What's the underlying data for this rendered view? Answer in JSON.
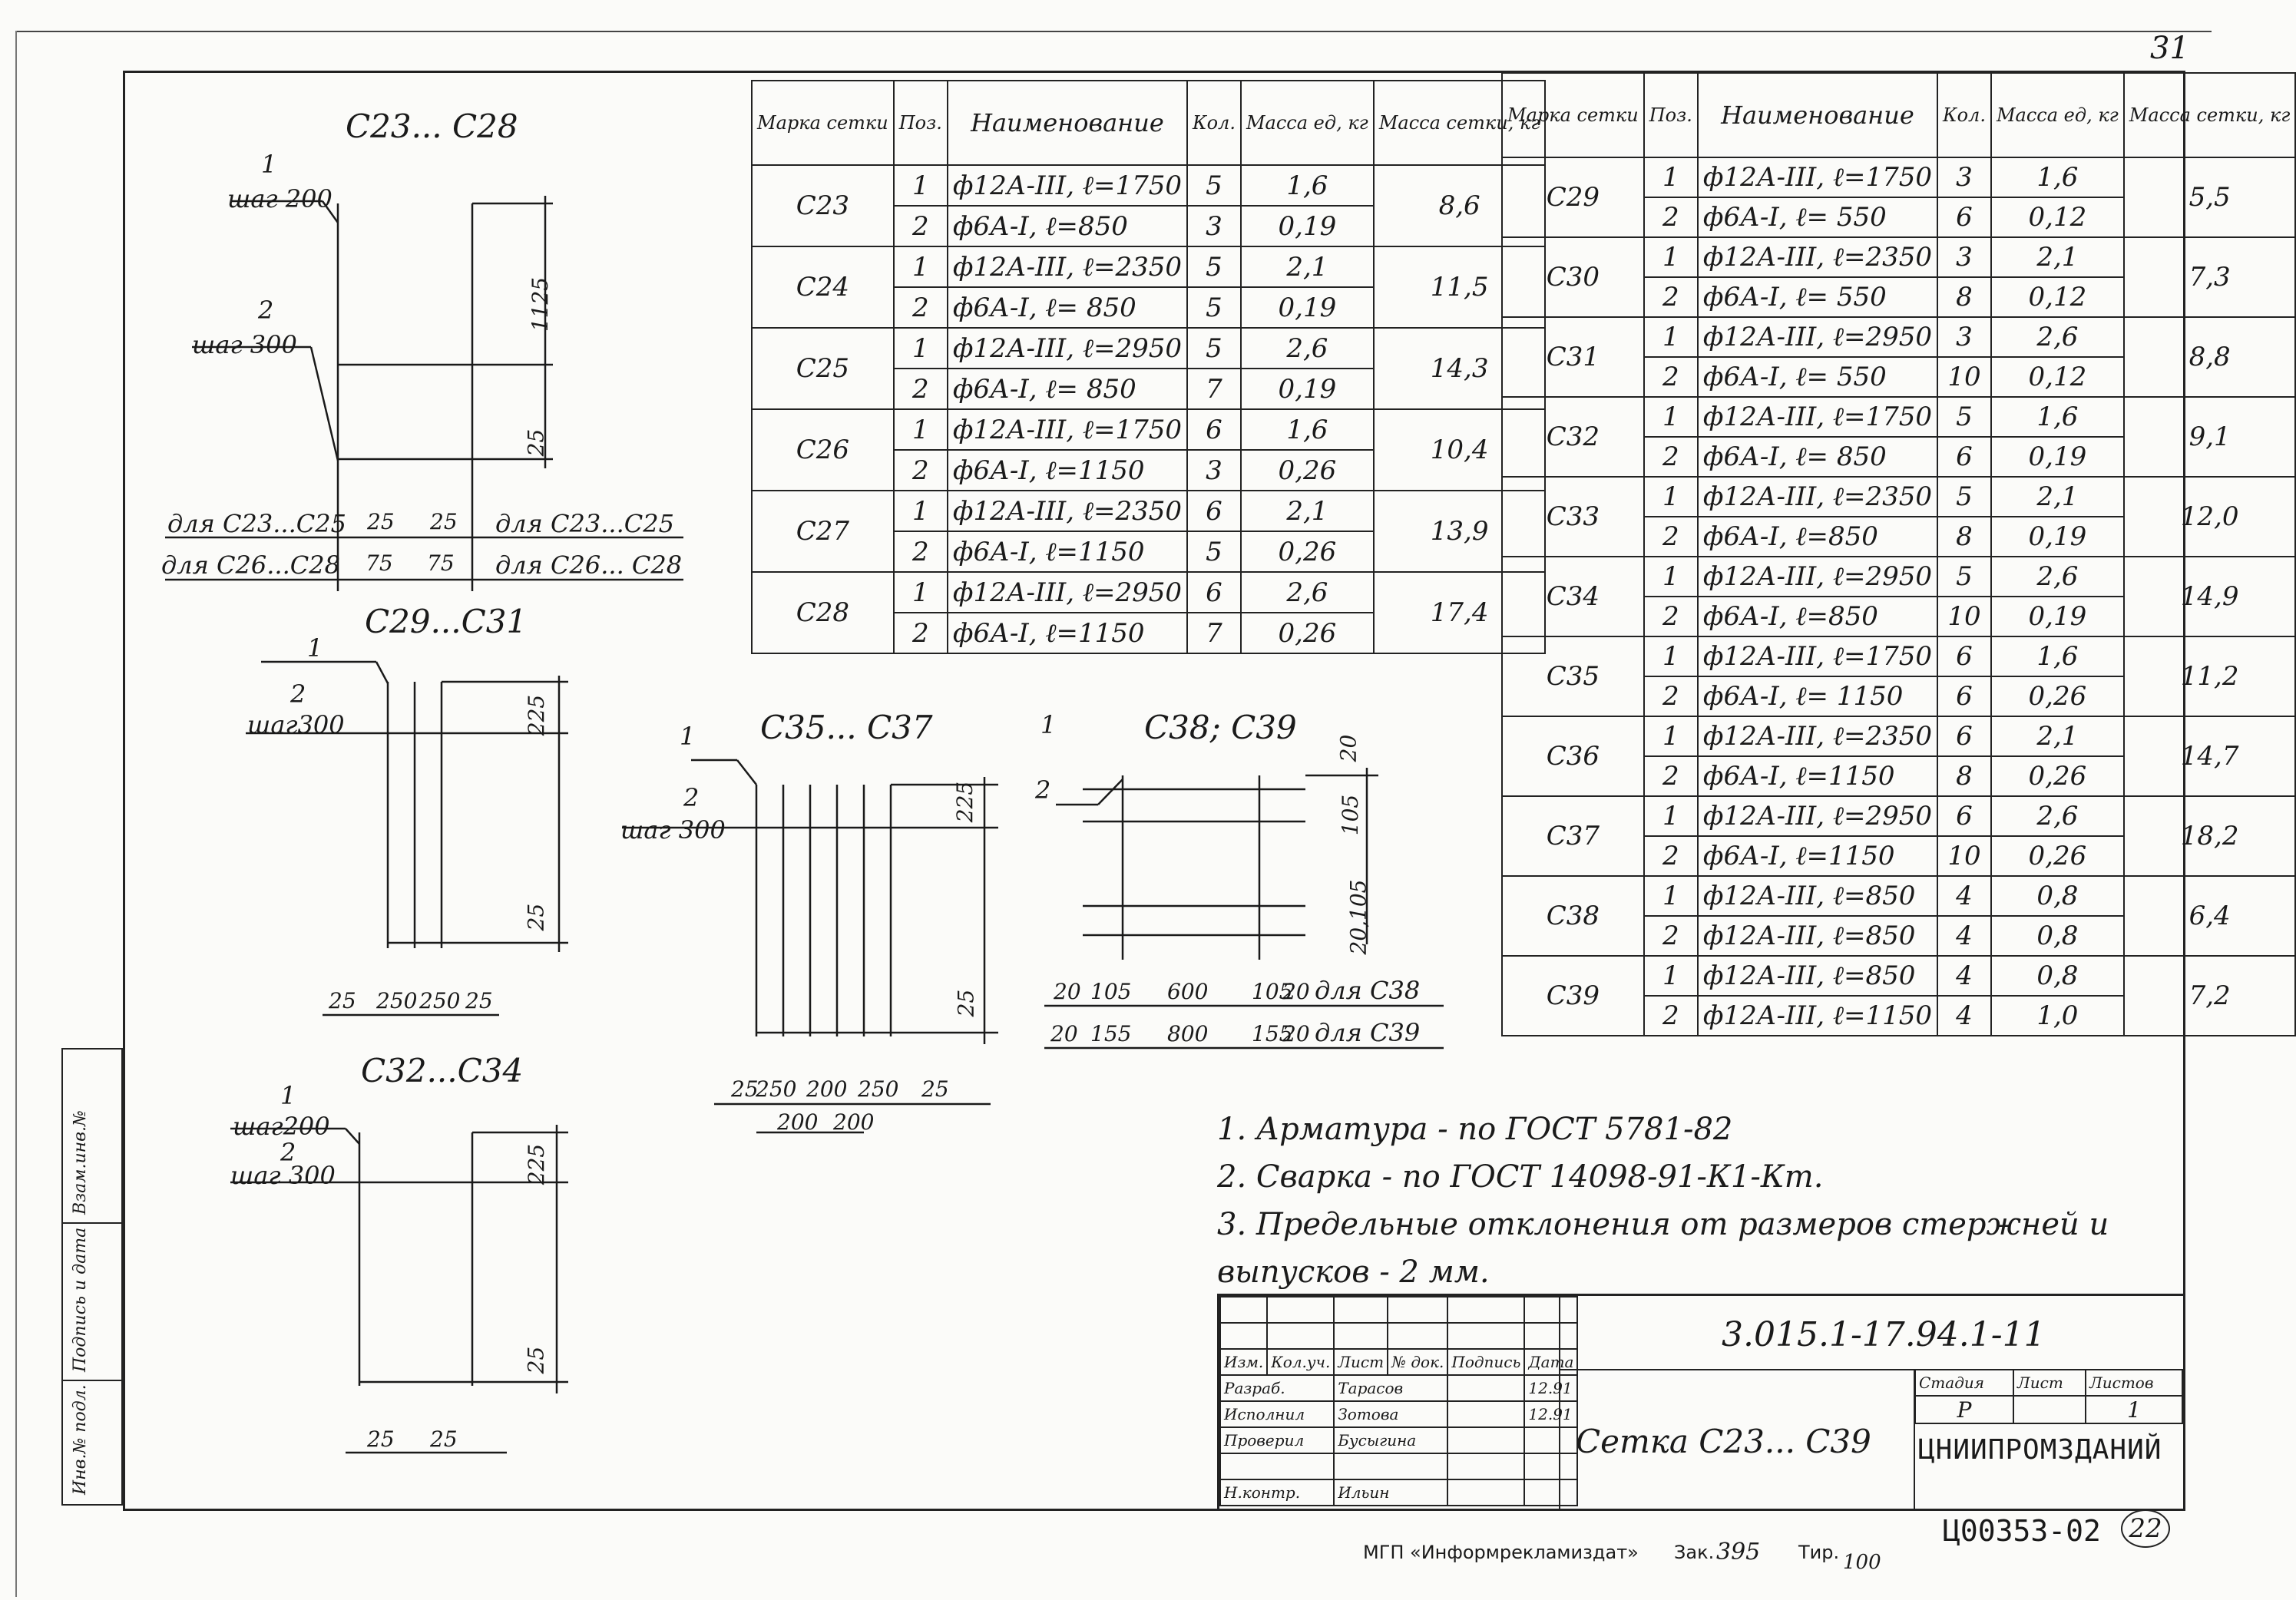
{
  "page_number": "31",
  "sections": {
    "s23_28": {
      "title": "С23... С28",
      "bar1": "1",
      "bar1_step": "шаг 200",
      "bar2": "2",
      "bar2_step": "шаг 300",
      "dim_top": "1125",
      "dim_bottom": "25",
      "row1_left": "для С23...С25",
      "row1_a": "25",
      "row1_b": "25",
      "row1_right": "для С23...С25",
      "row2_left": "для С26...С28",
      "row2_a": "75",
      "row2_b": "75",
      "row2_right": "для С26... С28"
    },
    "s29_31": {
      "title": "С29...С31",
      "bar1": "1",
      "bar2": "2",
      "bar2_step": "шаг300",
      "dim_top": "225",
      "dim_bottom": "25",
      "bottom_dims": [
        "25",
        "250",
        "250",
        "25"
      ]
    },
    "s32_34": {
      "title": "С32...С34",
      "bar1": "1",
      "bar1_step": "шаг200",
      "bar2": "2",
      "bar2_step": "шаг 300",
      "dim_top": "225",
      "dim_bottom": "25",
      "bottom_dims": [
        "25",
        "25"
      ]
    },
    "s35_37": {
      "title": "С35... С37",
      "bar1": "1",
      "bar2": "2",
      "bar2_step": "шаг 300",
      "dim_top": "225",
      "dim_bottom": "25",
      "bottom_dims": [
        "25",
        "250",
        "200",
        "250",
        "25"
      ],
      "bottom_sub": [
        "200",
        "200"
      ]
    },
    "s38_39": {
      "title": "С38; С39",
      "bar1": "1",
      "bar2": "2",
      "dim_top1": "20",
      "dim_top2": "105",
      "dim_mid": "20,105",
      "row1": [
        "20",
        "105",
        "600",
        "105",
        "20",
        "для С38"
      ],
      "row2": [
        "20",
        "155",
        "800",
        "155",
        "20",
        "для С39"
      ]
    }
  },
  "table_left": {
    "headers": [
      "Марка сетки",
      "Поз.",
      "Наименование",
      "Кол.",
      "Масса ед, кг",
      "Масса сетки, кг"
    ],
    "rows": [
      {
        "mark": "С23",
        "weight": "8,6",
        "items": [
          {
            "pos": "1",
            "name": "ф12А-III, ℓ=1750",
            "qty": "5",
            "mass": "1,6"
          },
          {
            "pos": "2",
            "name": "ф6А-I, ℓ=850",
            "qty": "3",
            "mass": "0,19"
          }
        ]
      },
      {
        "mark": "С24",
        "weight": "11,5",
        "items": [
          {
            "pos": "1",
            "name": "ф12А-III, ℓ=2350",
            "qty": "5",
            "mass": "2,1"
          },
          {
            "pos": "2",
            "name": "ф6А-I, ℓ= 850",
            "qty": "5",
            "mass": "0,19"
          }
        ]
      },
      {
        "mark": "С25",
        "weight": "14,3",
        "items": [
          {
            "pos": "1",
            "name": "ф12А-III, ℓ=2950",
            "qty": "5",
            "mass": "2,6"
          },
          {
            "pos": "2",
            "name": "ф6А-I, ℓ= 850",
            "qty": "7",
            "mass": "0,19"
          }
        ]
      },
      {
        "mark": "С26",
        "weight": "10,4",
        "items": [
          {
            "pos": "1",
            "name": "ф12А-III, ℓ=1750",
            "qty": "6",
            "mass": "1,6"
          },
          {
            "pos": "2",
            "name": "ф6А-I, ℓ=1150",
            "qty": "3",
            "mass": "0,26"
          }
        ]
      },
      {
        "mark": "С27",
        "weight": "13,9",
        "items": [
          {
            "pos": "1",
            "name": "ф12А-III, ℓ=2350",
            "qty": "6",
            "mass": "2,1"
          },
          {
            "pos": "2",
            "name": "ф6А-I, ℓ=1150",
            "qty": "5",
            "mass": "0,26"
          }
        ]
      },
      {
        "mark": "С28",
        "weight": "17,4",
        "items": [
          {
            "pos": "1",
            "name": "ф12А-III, ℓ=2950",
            "qty": "6",
            "mass": "2,6"
          },
          {
            "pos": "2",
            "name": "ф6А-I, ℓ=1150",
            "qty": "7",
            "mass": "0,26"
          }
        ]
      }
    ]
  },
  "table_right": {
    "headers": [
      "Марка сетки",
      "Поз.",
      "Наименование",
      "Кол.",
      "Масса ед, кг",
      "Масса сетки, кг"
    ],
    "rows": [
      {
        "mark": "С29",
        "weight": "5,5",
        "items": [
          {
            "pos": "1",
            "name": "ф12А-III, ℓ=1750",
            "qty": "3",
            "mass": "1,6"
          },
          {
            "pos": "2",
            "name": "ф6А-I, ℓ= 550",
            "qty": "6",
            "mass": "0,12"
          }
        ]
      },
      {
        "mark": "С30",
        "weight": "7,3",
        "items": [
          {
            "pos": "1",
            "name": "ф12А-III, ℓ=2350",
            "qty": "3",
            "mass": "2,1"
          },
          {
            "pos": "2",
            "name": "ф6А-I, ℓ= 550",
            "qty": "8",
            "mass": "0,12"
          }
        ]
      },
      {
        "mark": "С31",
        "weight": "8,8",
        "items": [
          {
            "pos": "1",
            "name": "ф12А-III, ℓ=2950",
            "qty": "3",
            "mass": "2,6"
          },
          {
            "pos": "2",
            "name": "ф6А-I, ℓ= 550",
            "qty": "10",
            "mass": "0,12"
          }
        ]
      },
      {
        "mark": "С32",
        "weight": "9,1",
        "items": [
          {
            "pos": "1",
            "name": "ф12А-III, ℓ=1750",
            "qty": "5",
            "mass": "1,6"
          },
          {
            "pos": "2",
            "name": "ф6А-I, ℓ= 850",
            "qty": "6",
            "mass": "0,19"
          }
        ]
      },
      {
        "mark": "С33",
        "weight": "12,0",
        "items": [
          {
            "pos": "1",
            "name": "ф12А-III, ℓ=2350",
            "qty": "5",
            "mass": "2,1"
          },
          {
            "pos": "2",
            "name": "ф6А-I, ℓ=850",
            "qty": "8",
            "mass": "0,19"
          }
        ]
      },
      {
        "mark": "С34",
        "weight": "14,9",
        "items": [
          {
            "pos": "1",
            "name": "ф12А-III, ℓ=2950",
            "qty": "5",
            "mass": "2,6"
          },
          {
            "pos": "2",
            "name": "ф6А-I, ℓ=850",
            "qty": "10",
            "mass": "0,19"
          }
        ]
      },
      {
        "mark": "С35",
        "weight": "11,2",
        "items": [
          {
            "pos": "1",
            "name": "ф12А-III, ℓ=1750",
            "qty": "6",
            "mass": "1,6"
          },
          {
            "pos": "2",
            "name": "ф6А-I, ℓ= 1150",
            "qty": "6",
            "mass": "0,26"
          }
        ]
      },
      {
        "mark": "С36",
        "weight": "14,7",
        "items": [
          {
            "pos": "1",
            "name": "ф12А-III, ℓ=2350",
            "qty": "6",
            "mass": "2,1"
          },
          {
            "pos": "2",
            "name": "ф6А-I, ℓ=1150",
            "qty": "8",
            "mass": "0,26"
          }
        ]
      },
      {
        "mark": "С37",
        "weight": "18,2",
        "items": [
          {
            "pos": "1",
            "name": "ф12А-III, ℓ=2950",
            "qty": "6",
            "mass": "2,6"
          },
          {
            "pos": "2",
            "name": "ф6А-I, ℓ=1150",
            "qty": "10",
            "mass": "0,26"
          }
        ]
      },
      {
        "mark": "С38",
        "weight": "6,4",
        "items": [
          {
            "pos": "1",
            "name": "ф12А-III, ℓ=850",
            "qty": "4",
            "mass": "0,8"
          },
          {
            "pos": "2",
            "name": "ф12А-III, ℓ=850",
            "qty": "4",
            "mass": "0,8"
          }
        ]
      },
      {
        "mark": "С39",
        "weight": "7,2",
        "items": [
          {
            "pos": "1",
            "name": "ф12А-III, ℓ=850",
            "qty": "4",
            "mass": "0,8"
          },
          {
            "pos": "2",
            "name": "ф12А-III, ℓ=1150",
            "qty": "4",
            "mass": "1,0"
          }
        ]
      }
    ]
  },
  "notes": [
    "1. Арматура - по ГОСТ 5781-82",
    "2. Сварка - по ГОСТ 14098-91-К1-Кт.",
    "3. Предельные отклонения от размеров стержней и выпусков - 2 мм."
  ],
  "title_block": {
    "doc_code": "3.015.1-17.94.1-11",
    "name": "Сетка С23... С39",
    "header_cells": [
      "Изм.",
      "Кол.уч.",
      "Лист",
      "№ док.",
      "Подпись",
      "Дата"
    ],
    "rows": [
      {
        "role": "Разраб.",
        "name": "Тарасов",
        "date": "12.91"
      },
      {
        "role": "Исполнил",
        "name": "Зотова",
        "date": "12.91"
      },
      {
        "role": "Проверил",
        "name": "Бусыгина",
        "date": ""
      },
      {
        "role": "",
        "name": "",
        "date": ""
      },
      {
        "role": "Н.контр.",
        "name": "Ильин",
        "date": ""
      }
    ],
    "stage_label": "Стадия",
    "sheet_label": "Лист",
    "sheets_label": "Листов",
    "stage": "Р",
    "sheet": "",
    "sheets": "1",
    "org": "ЦНИИПРОМЗДАНИЙ"
  },
  "side_stamp": [
    "Инв.№ подл.",
    "Подпись и дата",
    "Взам.инв.№"
  ],
  "footer": {
    "publisher": "МГП «Информрекламиздат»",
    "order_label": "Зак.",
    "order": "395",
    "print_label": "Тир.",
    "print_run": "100",
    "archive": "Ц00353-02",
    "archive_sheet": "22"
  }
}
